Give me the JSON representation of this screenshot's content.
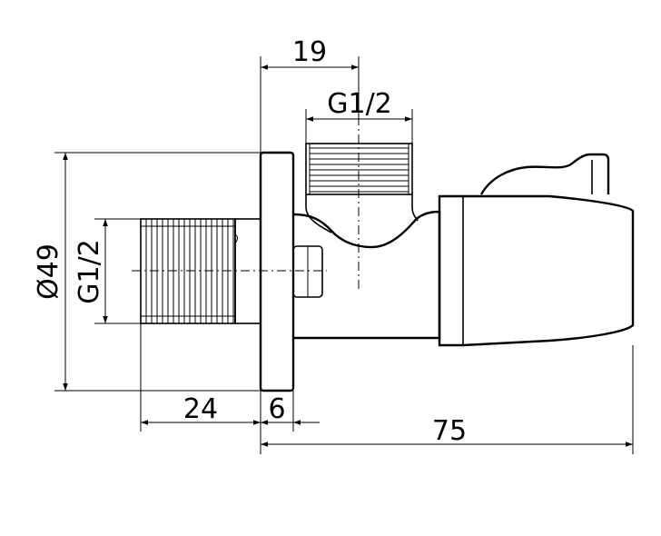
{
  "dimensions": {
    "top_width": "19",
    "top_thread": "G1/2",
    "flange_diameter": "Ø49",
    "inlet_thread": "G1/2",
    "inlet_length": "24",
    "flange_thickness": "6",
    "overall_length": "75"
  }
}
